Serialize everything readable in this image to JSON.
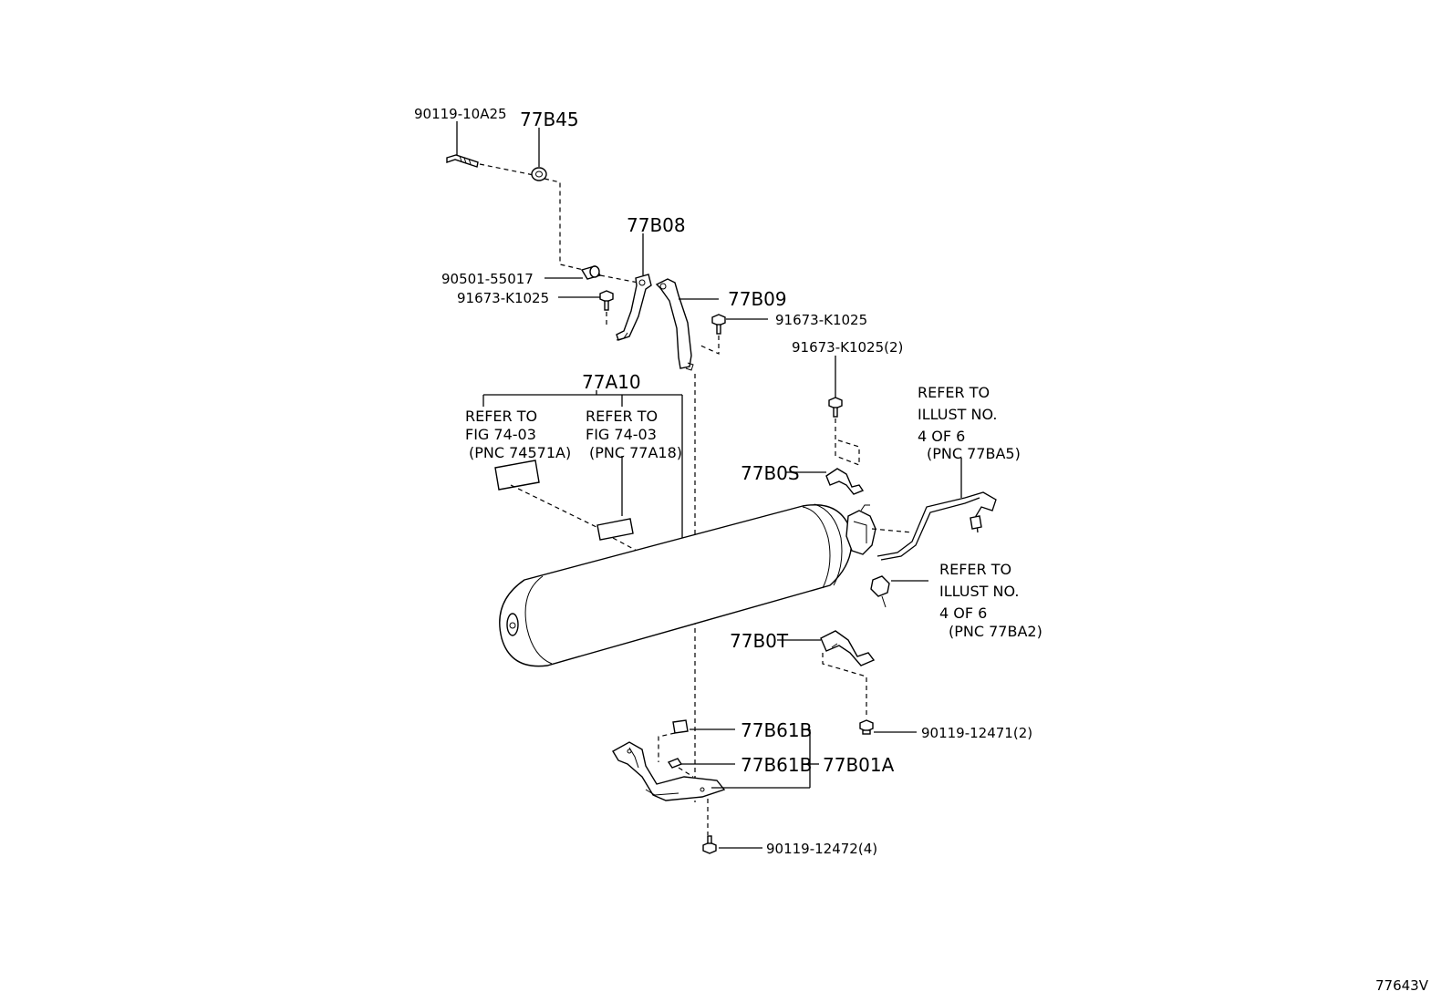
{
  "labels": {
    "p90119_10A25": "90119-10A25",
    "p77B45": "77B45",
    "p77B08": "77B08",
    "p90501_55017": "90501-55017",
    "p91673_K1025_left": "91673-K1025",
    "p77B09": "77B09",
    "p91673_K1025_right": "91673-K1025",
    "p91673_K1025_2": "91673-K1025(2)",
    "p77A10": "77A10",
    "p77B0S": "77B0S",
    "p77B0T": "77B0T",
    "p77B61B_top": "77B61B",
    "p77B61B_bottom": "77B61B",
    "p77B01A": "77B01A",
    "p90119_12471_2": "90119-12471(2)",
    "p90119_12472_4": "90119-12472(4)",
    "figure_code": "77643V"
  },
  "refs": {
    "ref_a": {
      "line1": "REFER TO",
      "line2": "FIG 74-03",
      "line3": "(PNC 74571A)"
    },
    "ref_b": {
      "line1": "REFER TO",
      "line2": "FIG 74-03",
      "line3": "(PNC 77A18)"
    },
    "ref_c": {
      "line1": "REFER TO",
      "line2": "ILLUST NO.",
      "line3": "4 OF 6",
      "line4": "(PNC 77BA5)"
    },
    "ref_d": {
      "line1": "REFER TO",
      "line2": "ILLUST NO.",
      "line3": "4 OF 6",
      "line4": "(PNC 77BA2)"
    }
  }
}
